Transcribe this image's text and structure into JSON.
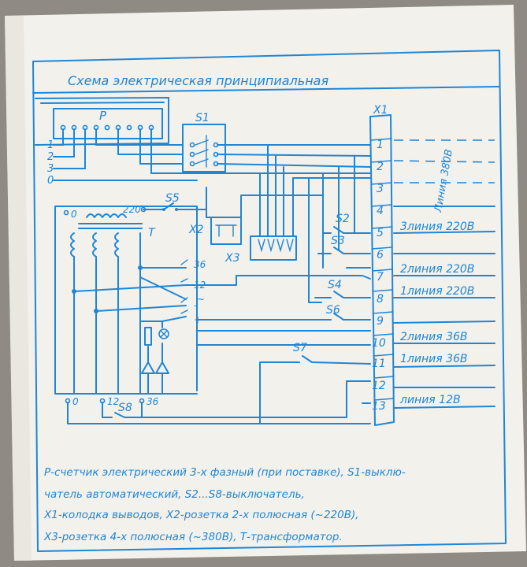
{
  "title": "Схема электрическая принципиальная",
  "components": {
    "meter": "P",
    "breaker": "S1",
    "terminal_block": "X1",
    "socket_2pin": "X2",
    "socket_4pin": "X3",
    "transformer": "T",
    "switches": [
      "S2",
      "S3",
      "S4",
      "S5",
      "S6",
      "S7",
      "S8"
    ]
  },
  "input_labels": [
    "1",
    "2",
    "3",
    "0"
  ],
  "terminals": [
    "1",
    "2",
    "3",
    "4",
    "5",
    "6",
    "7",
    "8",
    "9",
    "10",
    "11",
    "12",
    "13"
  ],
  "transformer_taps": {
    "top_left": "0",
    "top_right": "220",
    "bottom_0": "0",
    "bottom_12": "12",
    "bottom_36": "36"
  },
  "output_taps": [
    "36",
    "12",
    "~",
    "-",
    "+"
  ],
  "lines": {
    "l380": "Линия 380В",
    "l3_220": "3линия 220В",
    "l2_220": "2линия 220В",
    "l1_220": "1линия 220В",
    "l2_36": "2линия 36В",
    "l1_36": "1линия 36В",
    "l12": "линия 12В"
  },
  "legend": [
    "Р-счетчик электрический 3-х фазный (при поставке), S1-выклю-",
    "чатель автоматический, S2...S8-выключатель,",
    "Х1-колодка выводов, Х2-розетка 2-х полюсная (~220В),",
    "Х3-розетка 4-х полюсная (~380В), Т-трансформатор."
  ],
  "colors": {
    "ink": "#1f86d6",
    "paper": "#f3f1ec",
    "background": "#8f8a83"
  }
}
